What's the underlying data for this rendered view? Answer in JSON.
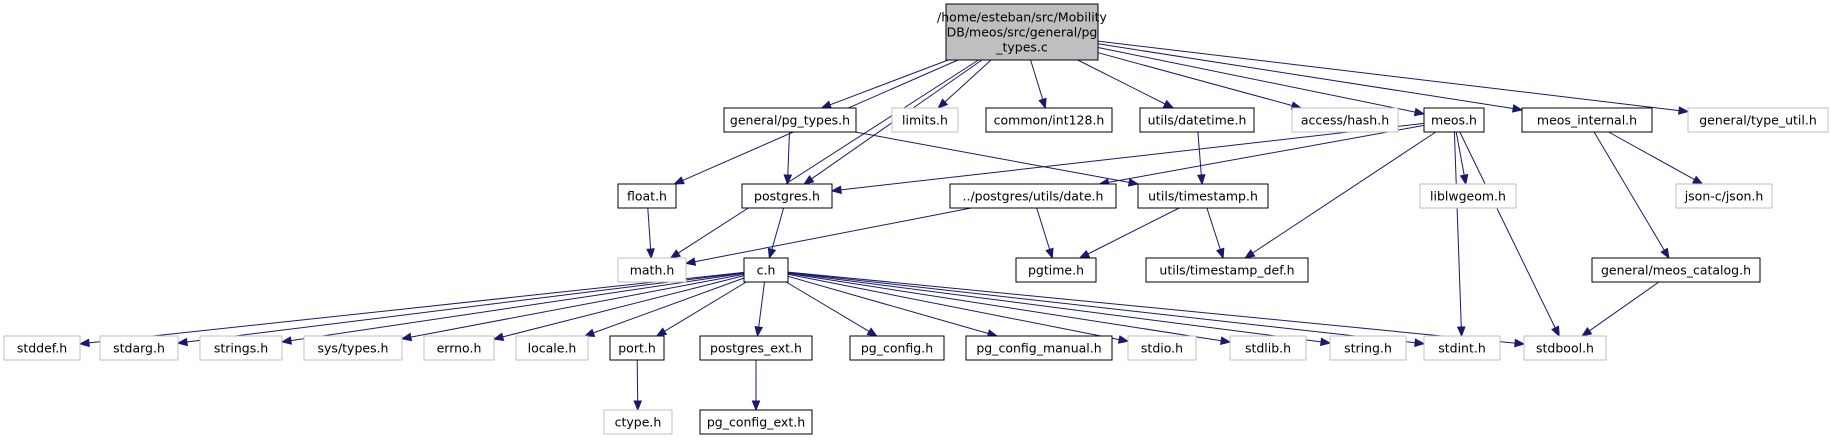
{
  "colors": {
    "edge": "#191970",
    "root_fill": "#bfbfbf",
    "root_border": "#000000",
    "documented_border": "#000000",
    "external_border": "#bfbfbf",
    "external_text": "#8c8c8c",
    "node_fill": "#ffffff"
  },
  "nodes": [
    {
      "id": "root",
      "kind": "root",
      "lines": [
        "/home/esteban/src/Mobility",
        "DB/meos/src/general/pg",
        "_types.c"
      ]
    },
    {
      "id": "general_pg_types_h",
      "kind": "doc",
      "lines": [
        "general/pg_types.h"
      ]
    },
    {
      "id": "limits_h",
      "kind": "ext",
      "lines": [
        "limits.h"
      ]
    },
    {
      "id": "common_int128_h",
      "kind": "doc",
      "lines": [
        "common/int128.h"
      ]
    },
    {
      "id": "utils_datetime_h",
      "kind": "doc",
      "lines": [
        "utils/datetime.h"
      ]
    },
    {
      "id": "access_hash_h",
      "kind": "ext",
      "lines": [
        "access/hash.h"
      ]
    },
    {
      "id": "meos_h",
      "kind": "doc",
      "lines": [
        "meos.h"
      ]
    },
    {
      "id": "meos_internal_h",
      "kind": "doc",
      "lines": [
        "meos_internal.h"
      ]
    },
    {
      "id": "general_type_util_h",
      "kind": "ext",
      "lines": [
        "general/type_util.h"
      ]
    },
    {
      "id": "float_h",
      "kind": "doc",
      "lines": [
        "float.h"
      ]
    },
    {
      "id": "postgres_h",
      "kind": "doc",
      "lines": [
        "postgres.h"
      ]
    },
    {
      "id": "postgres_utils_date_h",
      "kind": "doc",
      "lines": [
        "../postgres/utils/date.h"
      ]
    },
    {
      "id": "utils_timestamp_h",
      "kind": "doc",
      "lines": [
        "utils/timestamp.h"
      ]
    },
    {
      "id": "liblwgeom_h",
      "kind": "ext",
      "lines": [
        "liblwgeom.h"
      ]
    },
    {
      "id": "json_c_json_h",
      "kind": "ext",
      "lines": [
        "json-c/json.h"
      ]
    },
    {
      "id": "math_h",
      "kind": "ext",
      "lines": [
        "math.h"
      ]
    },
    {
      "id": "c_h",
      "kind": "doc",
      "lines": [
        "c.h"
      ]
    },
    {
      "id": "pgtime_h",
      "kind": "doc",
      "lines": [
        "pgtime.h"
      ]
    },
    {
      "id": "utils_timestamp_def_h",
      "kind": "doc",
      "lines": [
        "utils/timestamp_def.h"
      ]
    },
    {
      "id": "general_meos_catalog_h",
      "kind": "doc",
      "lines": [
        "general/meos_catalog.h"
      ]
    },
    {
      "id": "stddef_h",
      "kind": "ext",
      "lines": [
        "stddef.h"
      ]
    },
    {
      "id": "stdarg_h",
      "kind": "ext",
      "lines": [
        "stdarg.h"
      ]
    },
    {
      "id": "strings_h",
      "kind": "ext",
      "lines": [
        "strings.h"
      ]
    },
    {
      "id": "sys_types_h",
      "kind": "ext",
      "lines": [
        "sys/types.h"
      ]
    },
    {
      "id": "errno_h",
      "kind": "ext",
      "lines": [
        "errno.h"
      ]
    },
    {
      "id": "locale_h",
      "kind": "ext",
      "lines": [
        "locale.h"
      ]
    },
    {
      "id": "port_h",
      "kind": "doc",
      "lines": [
        "port.h"
      ]
    },
    {
      "id": "postgres_ext_h",
      "kind": "doc",
      "lines": [
        "postgres_ext.h"
      ]
    },
    {
      "id": "pg_config_h",
      "kind": "doc",
      "lines": [
        "pg_config.h"
      ]
    },
    {
      "id": "pg_config_manual_h",
      "kind": "doc",
      "lines": [
        "pg_config_manual.h"
      ]
    },
    {
      "id": "stdio_h",
      "kind": "ext",
      "lines": [
        "stdio.h"
      ]
    },
    {
      "id": "stdlib_h",
      "kind": "ext",
      "lines": [
        "stdlib.h"
      ]
    },
    {
      "id": "string_h",
      "kind": "ext",
      "lines": [
        "string.h"
      ]
    },
    {
      "id": "stdint_h",
      "kind": "ext",
      "lines": [
        "stdint.h"
      ]
    },
    {
      "id": "stdbool_h",
      "kind": "ext",
      "lines": [
        "stdbool.h"
      ]
    },
    {
      "id": "ctype_h",
      "kind": "ext",
      "lines": [
        "ctype.h"
      ]
    },
    {
      "id": "pg_config_ext_h",
      "kind": "doc",
      "lines": [
        "pg_config_ext.h"
      ]
    }
  ],
  "edges": [
    [
      "root",
      "general_pg_types_h"
    ],
    [
      "root",
      "limits_h"
    ],
    [
      "root",
      "common_int128_h"
    ],
    [
      "root",
      "utils_datetime_h"
    ],
    [
      "root",
      "access_hash_h"
    ],
    [
      "root",
      "meos_h"
    ],
    [
      "root",
      "meos_internal_h"
    ],
    [
      "root",
      "general_type_util_h"
    ],
    [
      "root",
      "float_h"
    ],
    [
      "root",
      "postgres_h"
    ],
    [
      "root",
      "math_h"
    ],
    [
      "general_pg_types_h",
      "postgres_h"
    ],
    [
      "general_pg_types_h",
      "utils_timestamp_h"
    ],
    [
      "utils_datetime_h",
      "utils_timestamp_h"
    ],
    [
      "meos_h",
      "postgres_h"
    ],
    [
      "meos_h",
      "postgres_utils_date_h"
    ],
    [
      "meos_h",
      "liblwgeom_h"
    ],
    [
      "meos_h",
      "utils_timestamp_def_h"
    ],
    [
      "meos_h",
      "stdint_h"
    ],
    [
      "meos_h",
      "stdbool_h"
    ],
    [
      "meos_internal_h",
      "json_c_json_h"
    ],
    [
      "meos_internal_h",
      "general_meos_catalog_h"
    ],
    [
      "float_h",
      "math_h"
    ],
    [
      "postgres_h",
      "c_h"
    ],
    [
      "postgres_utils_date_h",
      "math_h"
    ],
    [
      "postgres_utils_date_h",
      "pgtime_h"
    ],
    [
      "utils_timestamp_h",
      "pgtime_h"
    ],
    [
      "utils_timestamp_h",
      "utils_timestamp_def_h"
    ],
    [
      "general_meos_catalog_h",
      "stdbool_h"
    ],
    [
      "c_h",
      "stddef_h"
    ],
    [
      "c_h",
      "stdarg_h"
    ],
    [
      "c_h",
      "strings_h"
    ],
    [
      "c_h",
      "sys_types_h"
    ],
    [
      "c_h",
      "errno_h"
    ],
    [
      "c_h",
      "locale_h"
    ],
    [
      "c_h",
      "port_h"
    ],
    [
      "c_h",
      "postgres_ext_h"
    ],
    [
      "c_h",
      "pg_config_h"
    ],
    [
      "c_h",
      "pg_config_manual_h"
    ],
    [
      "c_h",
      "stdio_h"
    ],
    [
      "c_h",
      "stdlib_h"
    ],
    [
      "c_h",
      "string_h"
    ],
    [
      "c_h",
      "stdint_h"
    ],
    [
      "c_h",
      "stdbool_h"
    ],
    [
      "port_h",
      "ctype_h"
    ],
    [
      "postgres_ext_h",
      "pg_config_ext_h"
    ]
  ]
}
